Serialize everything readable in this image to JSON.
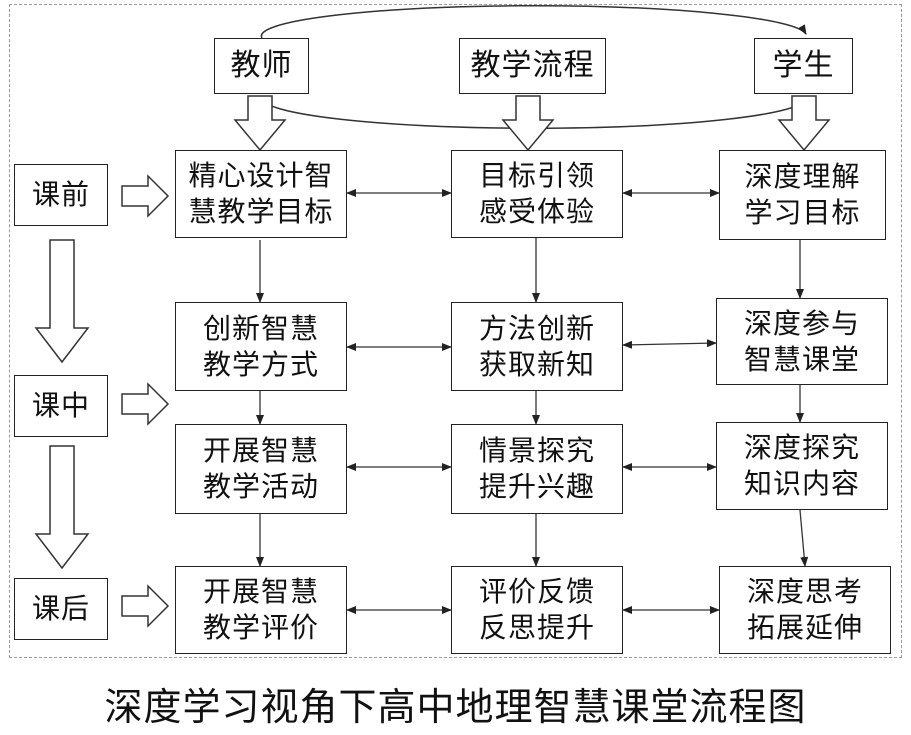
{
  "headers": {
    "teacher": "教师",
    "process": "教学流程",
    "student": "学生"
  },
  "stages": {
    "before": "课前",
    "during": "课中",
    "after": "课后"
  },
  "grid": {
    "teacher": [
      "精心设计智\n慧教学目标",
      "创新智慧\n教学方式",
      "开展智慧\n教学活动",
      "开展智慧\n教学评价"
    ],
    "process": [
      "目标引领\n感受体验",
      "方法创新\n获取新知",
      "情景探究\n提升兴趣",
      "评价反馈\n反思提升"
    ],
    "student": [
      "深度理解\n学习目标",
      "深度参与\n智慧课堂",
      "深度探究\n知识内容",
      "深度思考\n拓展延伸"
    ]
  },
  "caption": "深度学习视角下高中地理智慧课堂流程图"
}
